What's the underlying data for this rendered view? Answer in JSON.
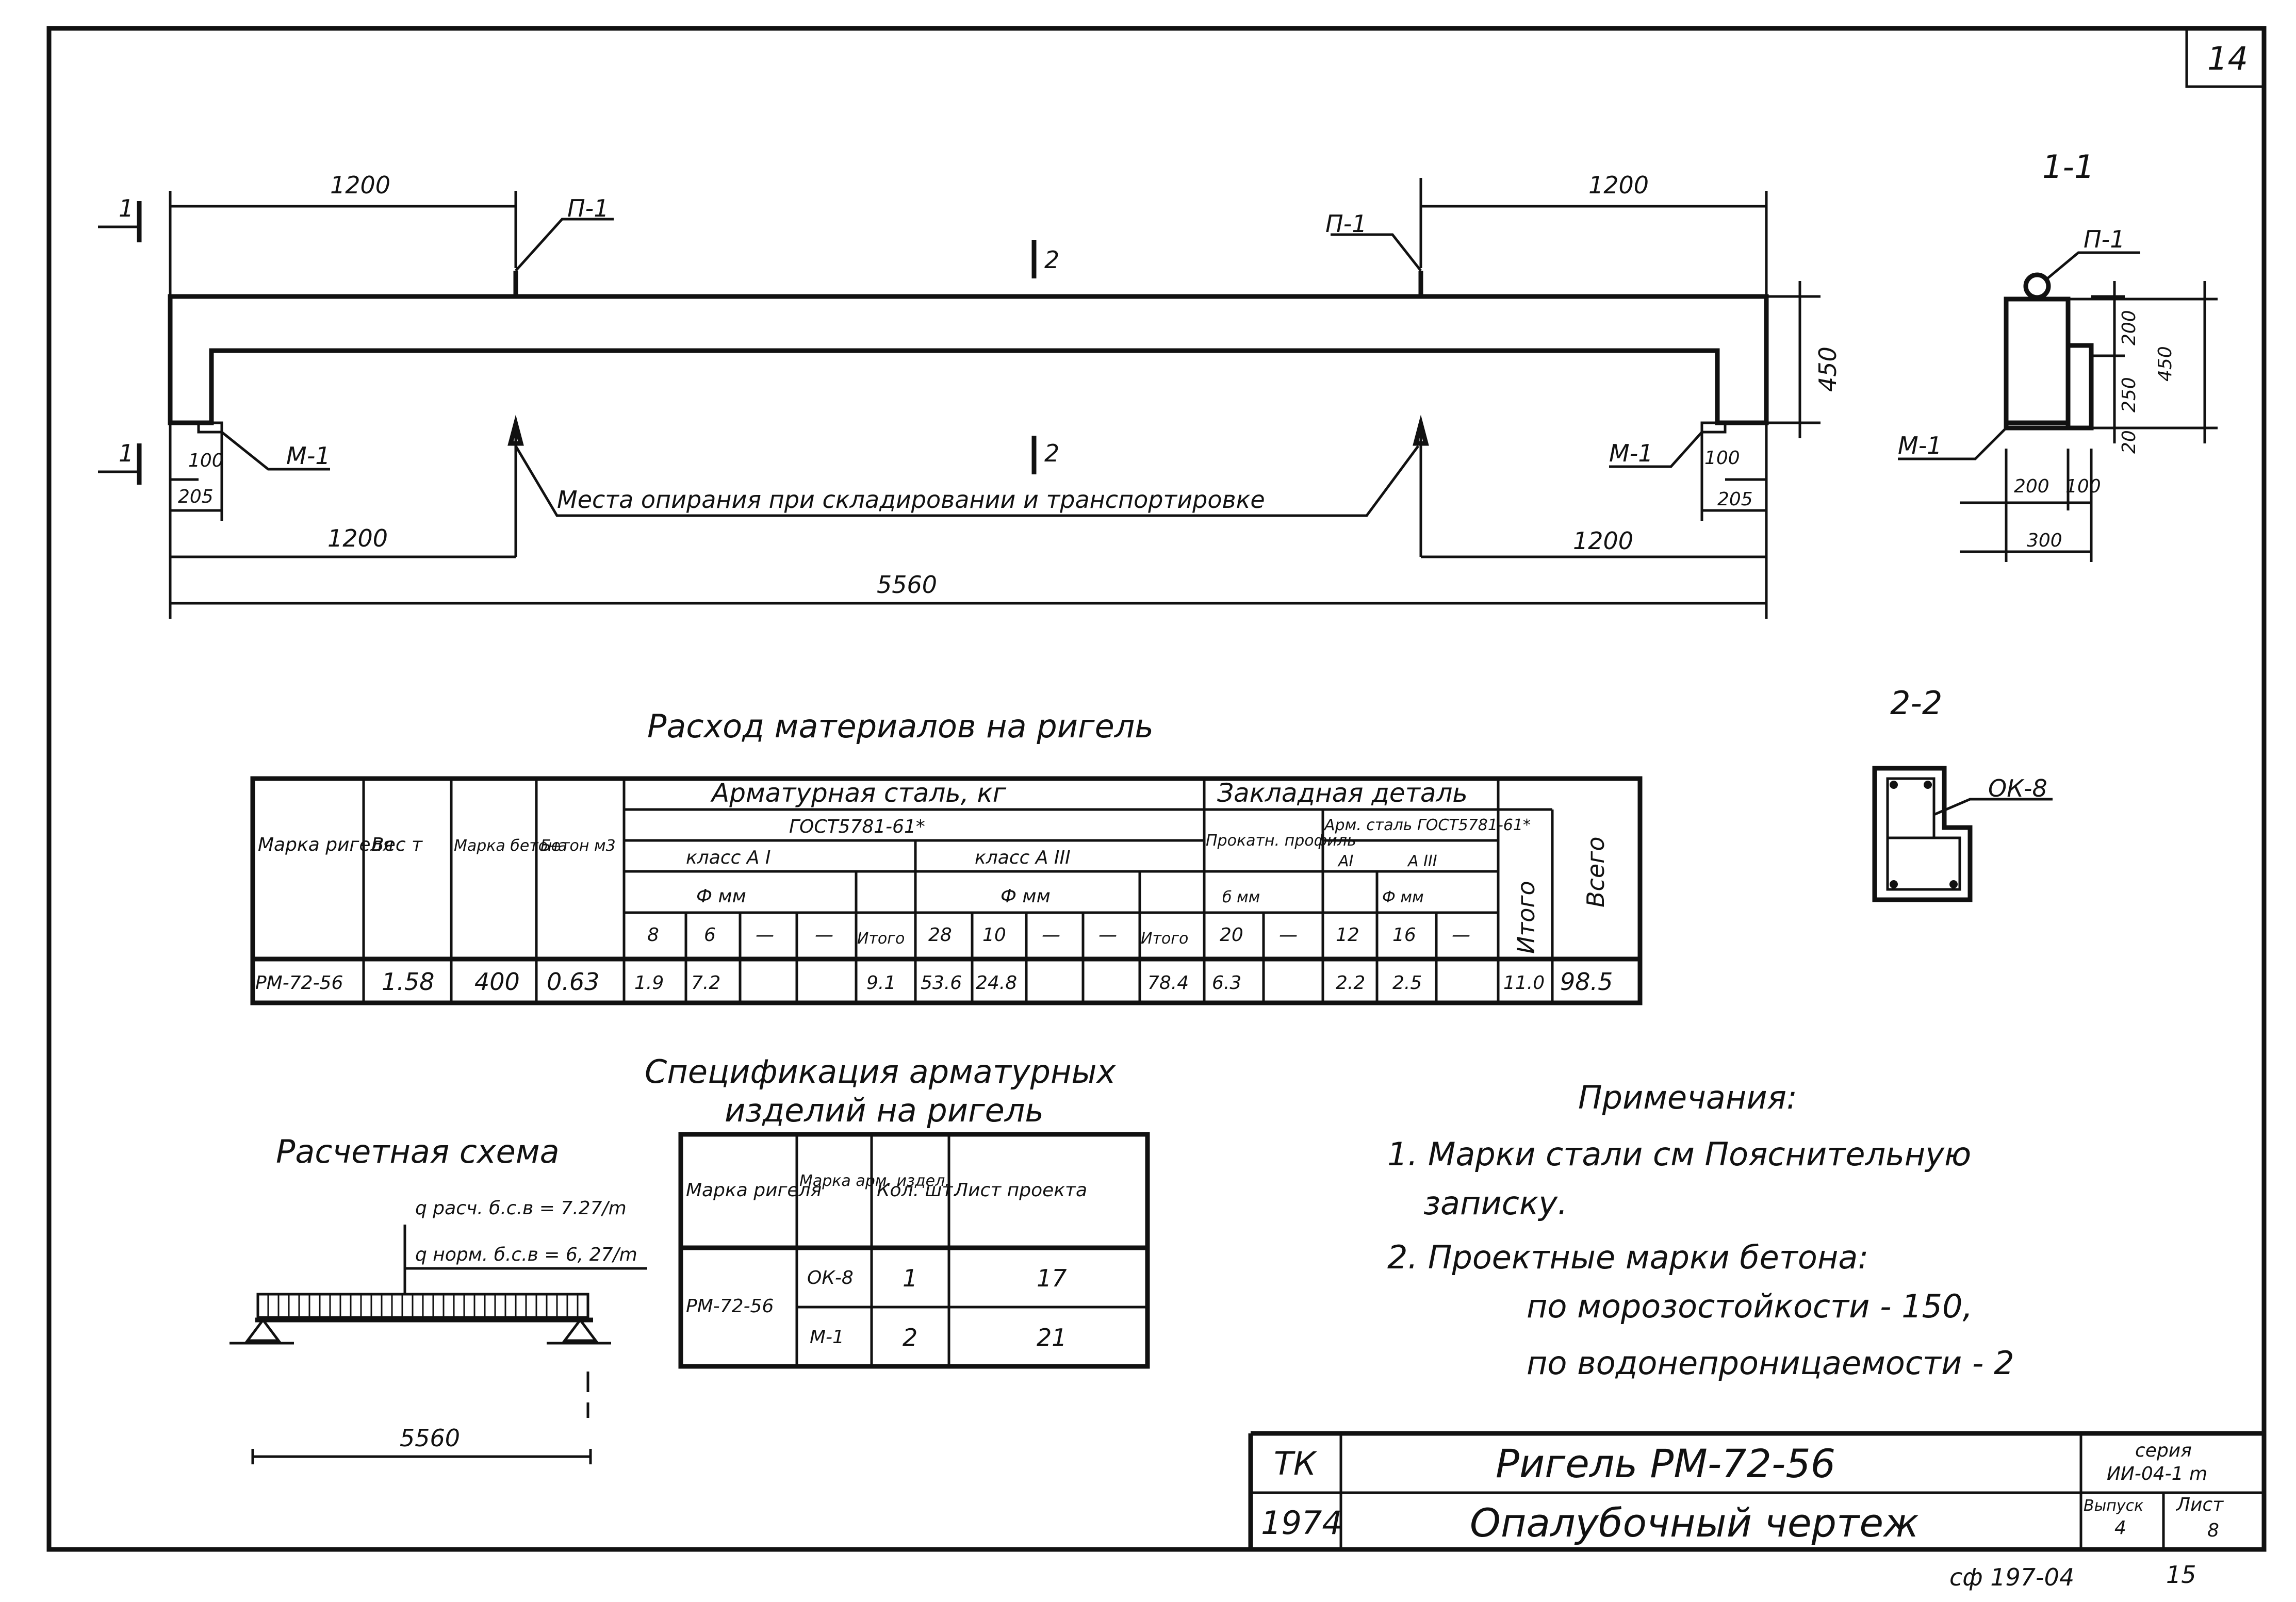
{
  "sheet_number_top": "14",
  "beam_view": {
    "dim_top_left": "1200",
    "dim_top_right": "1200",
    "loop_label_left": "П-1",
    "loop_label_right": "П-1",
    "section_1": "1",
    "section_2": "2",
    "height_dim": "450",
    "plate_label_left": "М-1",
    "plate_label_right": "М-1",
    "dim_100_left": "100",
    "dim_100_right": "100",
    "dim_205_left": "205",
    "dim_205_right": "205",
    "support_note": "Места опирания при складировании и транспортировке",
    "dim_bottom_left": "1200",
    "dim_bottom_right": "1200",
    "dim_total": "5560"
  },
  "section_1_1": {
    "title": "1-1",
    "loop_label": "П-1",
    "plate_label": "М-1",
    "dim_200_top": "200",
    "dim_250": "250",
    "dim_20": "20",
    "dim_450": "450",
    "dim_200_bottom": "200",
    "dim_100": "100",
    "dim_300": "300"
  },
  "section_2_2": {
    "title": "2-2",
    "cage_label": "ОК-8"
  },
  "materials": {
    "title": "Расход материалов на ригель",
    "h_mark": "Марка ригеля",
    "h_weight": "Вес т",
    "h_concrete_mark": "Марка бетона",
    "h_concrete": "Бетон м3",
    "h_rebar": "Арматурная сталь, кг",
    "h_gost": "ГОСТ5781-61*",
    "h_class1": "класс А I",
    "h_class3": "класс А III",
    "h_dia": "Ф мм",
    "h_itogo": "Итого",
    "h_embedded": "Закладная деталь",
    "h_rolled": "Прокатн. профиль",
    "h_arm_steel": "Арм. сталь ГОСТ5781-61*",
    "h_ai": "AI",
    "h_aiii": "A III",
    "h_delta": "б мм",
    "h_total": "Всего",
    "dia": [
      "8",
      "6",
      "—",
      "—",
      "28",
      "10",
      "—",
      "—",
      "20",
      "—",
      "12",
      "16",
      "—"
    ],
    "row": {
      "mark": "РМ-72-56",
      "weight": "1.58",
      "concrete_mark": "400",
      "concrete": "0.63",
      "d8": "1.9",
      "d6": "7.2",
      "sum1": "9.1",
      "d28": "53.6",
      "d10": "24.8",
      "sum3": "78.4",
      "rolled": "6.3",
      "a12": "2.2",
      "a16": "2.5",
      "sum_emb": "11.0",
      "total": "98.5"
    }
  },
  "spec": {
    "title_1": "Спецификация арматурных",
    "title_2": "изделий на ригель",
    "h_mark": "Марка ригеля",
    "h_item": "Марка арм. издел.",
    "h_qty": "Кол. шт.",
    "h_sheet": "Лист проекта",
    "mark": "РМ-72-56",
    "rows": [
      {
        "item": "ОК-8",
        "qty": "1",
        "sheet": "17"
      },
      {
        "item": "М-1",
        "qty": "2",
        "sheet": "21"
      }
    ]
  },
  "scheme": {
    "title": "Расчетная схема",
    "q1": "q расч. б.с.в = 7.27/m",
    "q2": "q норм. б.с.в = 6, 27/m",
    "span": "5560"
  },
  "notes": {
    "title": "Примечания:",
    "n1a": "1. Марки стали см Пояснительную",
    "n1b": "записку.",
    "n2a": "2. Проектные марки бетона:",
    "n2b": "по морозостойкости - 150,",
    "n2c": "по водонепроницаемости - 2"
  },
  "title_block": {
    "org": "ТК",
    "year": "1974",
    "title": "Ригель РМ-72-56",
    "subtitle": "Опалубочный чертеж",
    "series_label": "серия",
    "series": "ИИ-04-1 m",
    "issue_label": "Выпуск",
    "issue": "4",
    "sheet_label": "Лист",
    "sheet": "8"
  },
  "footer": {
    "code": "сф 197-04",
    "page": "15"
  }
}
